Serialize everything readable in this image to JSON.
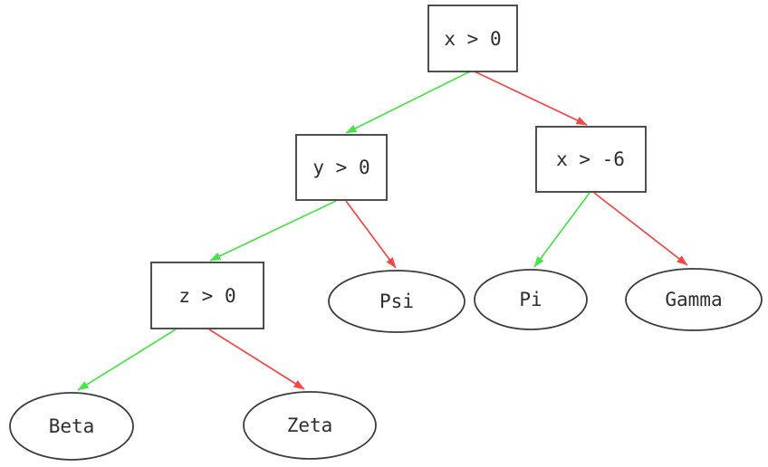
{
  "diagram": {
    "type": "decision-tree",
    "colors": {
      "true_branch": "#4be14b",
      "false_branch": "#f44646",
      "node_border": "#3c3c3c",
      "text": "#2e2e2e"
    },
    "nodes": {
      "root": {
        "label": "x > 0",
        "shape": "box"
      },
      "y": {
        "label": "y > 0",
        "shape": "box"
      },
      "x6": {
        "label": "x > -6",
        "shape": "box"
      },
      "z": {
        "label": "z > 0",
        "shape": "box"
      },
      "psi": {
        "label": "Psi",
        "shape": "ellipse"
      },
      "pi": {
        "label": "Pi",
        "shape": "ellipse"
      },
      "gamma": {
        "label": "Gamma",
        "shape": "ellipse"
      },
      "beta": {
        "label": "Beta",
        "shape": "ellipse"
      },
      "zeta": {
        "label": "Zeta",
        "shape": "ellipse"
      }
    },
    "edges": [
      {
        "from": "x > 0",
        "to": "y > 0",
        "branch": "true"
      },
      {
        "from": "x > 0",
        "to": "x > -6",
        "branch": "false"
      },
      {
        "from": "y > 0",
        "to": "z > 0",
        "branch": "true"
      },
      {
        "from": "y > 0",
        "to": "Psi",
        "branch": "false"
      },
      {
        "from": "x > -6",
        "to": "Pi",
        "branch": "true"
      },
      {
        "from": "x > -6",
        "to": "Gamma",
        "branch": "false"
      },
      {
        "from": "z > 0",
        "to": "Beta",
        "branch": "true"
      },
      {
        "from": "z > 0",
        "to": "Zeta",
        "branch": "false"
      }
    ]
  }
}
